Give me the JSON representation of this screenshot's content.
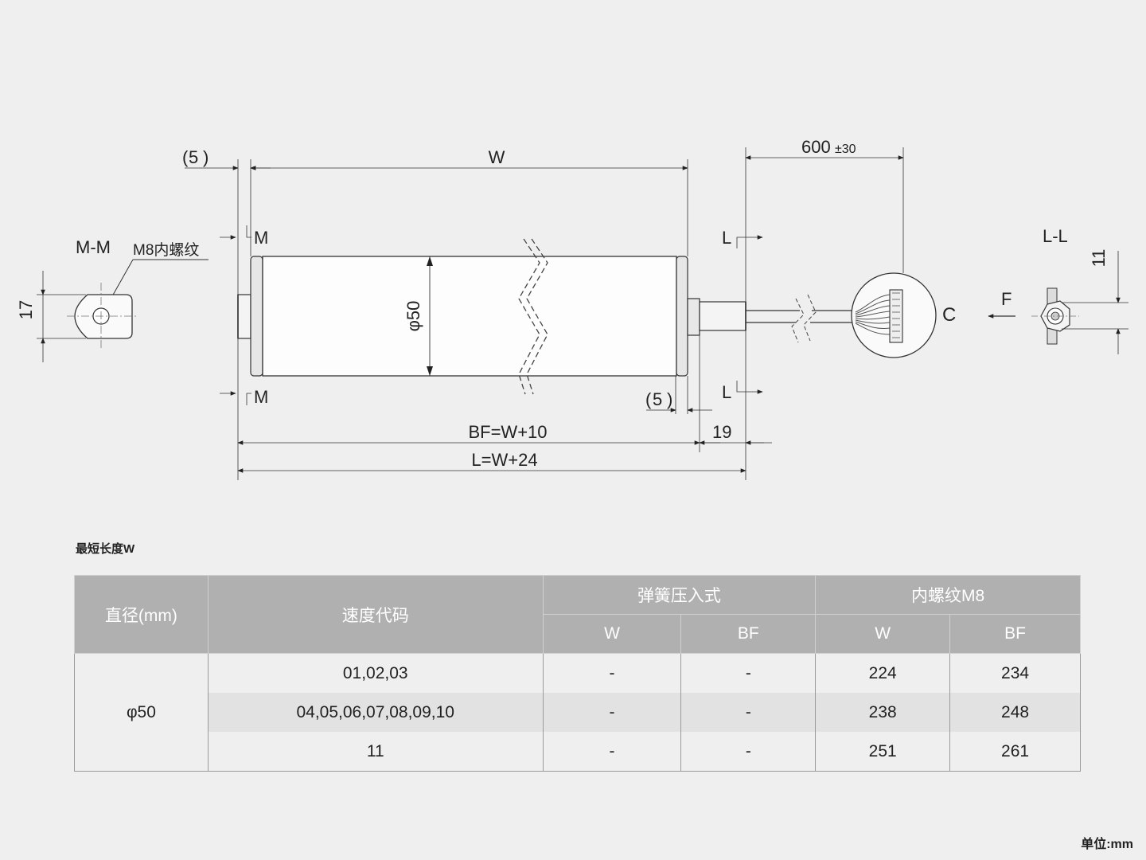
{
  "drawing": {
    "section_mm_label": "M-M",
    "thread_label": "M8内螺纹",
    "dim_17": "17",
    "dim_5_left": "5",
    "dim_w": "W",
    "marker_m": "M",
    "dim_phi50": "φ50",
    "dim_600": "600",
    "dim_600_tol": "±30",
    "marker_l": "L",
    "label_c": "C",
    "section_ll_label": "L-L",
    "label_f": "F",
    "dim_11": "11",
    "dim_5_right": "5",
    "dim_19": "19",
    "dim_bf": "BF=W+10",
    "dim_l": "L=W+24"
  },
  "section_title": "最短长度W",
  "table": {
    "headers": {
      "diameter": "直径(mm)",
      "speed_code": "速度代码",
      "spring_group": "弹簧压入式",
      "thread_group": "内螺纹M8",
      "w": "W",
      "bf": "BF"
    },
    "diameter_value": "φ50",
    "rows": [
      {
        "code": "01,02,03",
        "spring_w": "-",
        "spring_bf": "-",
        "thread_w": "224",
        "thread_bf": "234"
      },
      {
        "code": "04,05,06,07,08,09,10",
        "spring_w": "-",
        "spring_bf": "-",
        "thread_w": "238",
        "thread_bf": "248"
      },
      {
        "code": "11",
        "spring_w": "-",
        "spring_bf": "-",
        "thread_w": "251",
        "thread_bf": "261"
      }
    ]
  },
  "unit_label": "单位:mm"
}
